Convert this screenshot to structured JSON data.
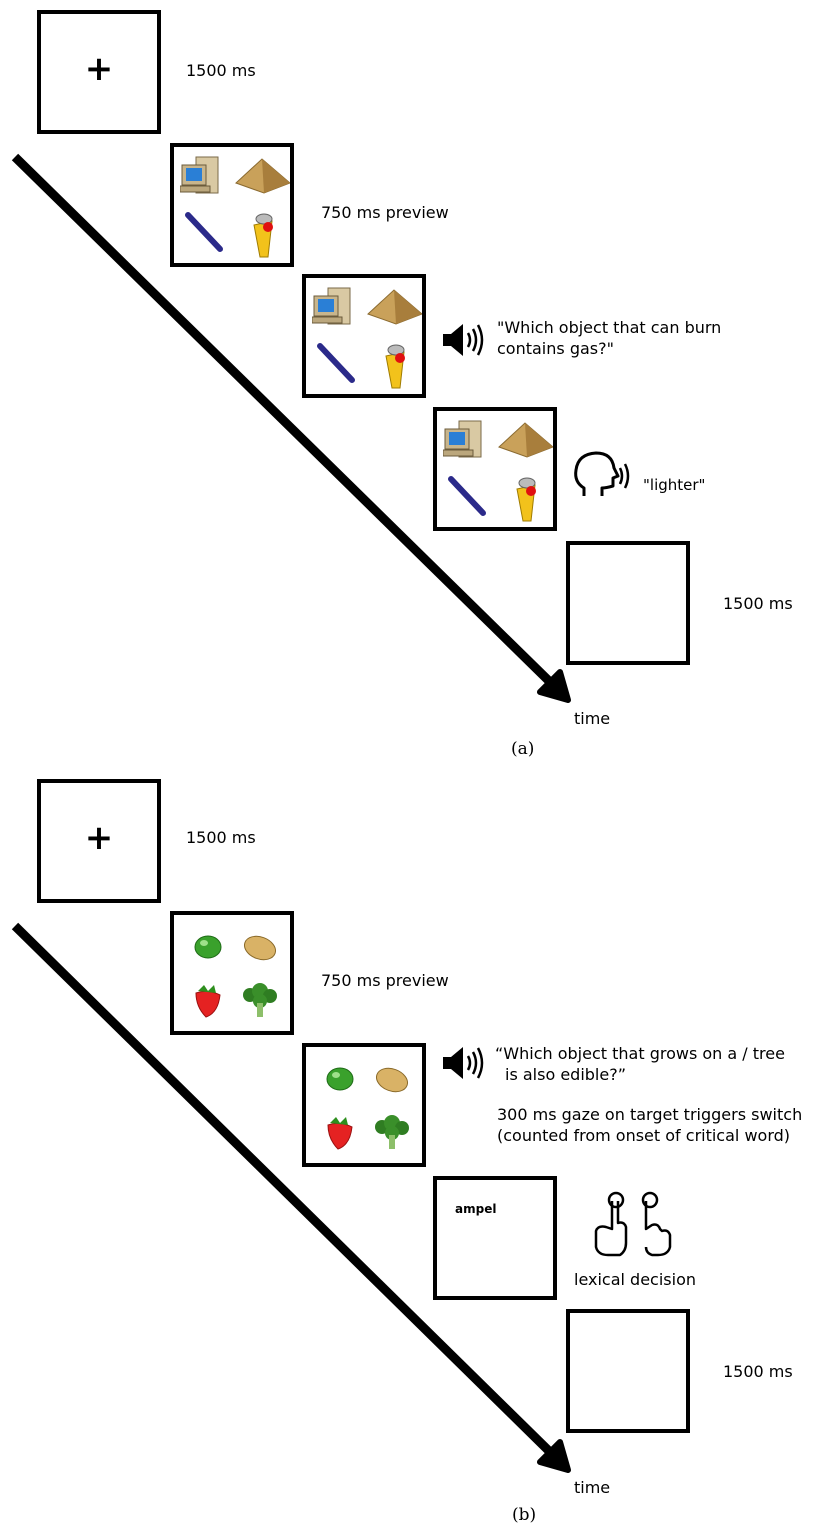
{
  "panel_a": {
    "fixation": {
      "symbol": "+",
      "duration": "1500 ms"
    },
    "preview_label": "750 ms preview",
    "question": {
      "line1": "\"Which object that can burn",
      "line2": "contains gas?\""
    },
    "response": "\"lighter\"",
    "blank_duration": "1500 ms",
    "time_label": "time",
    "caption": "(a)",
    "objects": [
      "computer",
      "pyramid",
      "recorder",
      "lighter"
    ]
  },
  "panel_b": {
    "fixation": {
      "symbol": "+",
      "duration": "1500 ms"
    },
    "preview_label": "750 ms preview",
    "question": {
      "line1": "“Which object that grows on a / tree",
      "line2": "is also edible?”"
    },
    "gaze_note": {
      "line1": "300 ms gaze on target triggers switch",
      "line2": "(counted from onset of critical word)"
    },
    "target_word": "ampel",
    "decision_label": "lexical decision",
    "blank_duration": "1500 ms",
    "time_label": "time",
    "caption": "(b)",
    "objects": [
      "apple",
      "potato",
      "strawberry",
      "broccoli"
    ]
  },
  "icons": [
    "speaker-icon",
    "speaking-head-icon",
    "pointing-fingers-icon"
  ]
}
